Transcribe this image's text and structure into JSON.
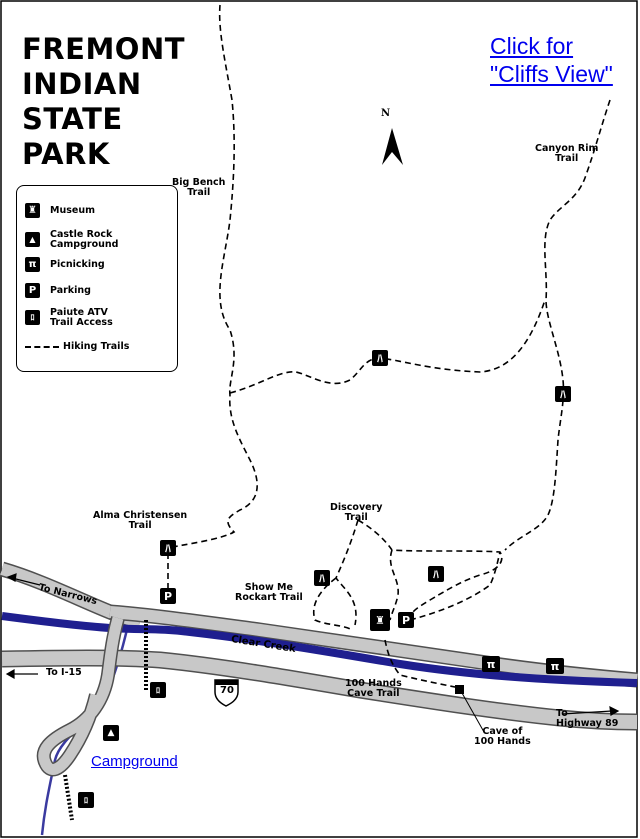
{
  "title": {
    "line1": "FREMONT",
    "line2": "INDIAN",
    "line3": "STATE",
    "line4": "PARK"
  },
  "cliffs_link": {
    "line1": "Click for",
    "line2": "\"Cliffs View\""
  },
  "campground_link": "Campground",
  "north_label": "N",
  "legend": {
    "museum": "Museum",
    "campground_l1": "Castle Rock",
    "campground_l2": "Campground",
    "picnicking": "Picnicking",
    "parking": "Parking",
    "atv_l1": "Paiute ATV",
    "atv_l2": "Trail Access",
    "hiking": "Hiking Trails"
  },
  "labels": {
    "big_bench_l1": "Big Bench",
    "big_bench_l2": "Trail",
    "canyon_rim_l1": "Canyon Rim",
    "canyon_rim_l2": "Trail",
    "alma_l1": "Alma Christensen",
    "alma_l2": "Trail",
    "discovery_l1": "Discovery",
    "discovery_l2": "Trail",
    "showme_l1": "Show Me",
    "showme_l2": "Rockart Trail",
    "narrows": "To Narrows",
    "i15": "To I-15",
    "clear_creek": "Clear Creek",
    "hands_trail_l1": "100 Hands",
    "hands_trail_l2": "Cave Trail",
    "cave_l1": "Cave of",
    "cave_l2": "100 Hands",
    "hwy89_l1": "To",
    "hwy89_l2": "Highway 89",
    "route_70": "70"
  },
  "icons": {
    "parking_letter": "P",
    "campground_glyph": "▲",
    "museum_glyph": "♜",
    "hiker_glyph": "ﾊ",
    "picnic_glyph": "π",
    "atv_glyph": "ﾛ"
  },
  "colors": {
    "road_fill": "#c8c8c8",
    "road_edge": "#505050",
    "creek": "#1f1f8f",
    "river": "#3a3aa0",
    "trail": "#000000",
    "link": "#0000ee"
  }
}
